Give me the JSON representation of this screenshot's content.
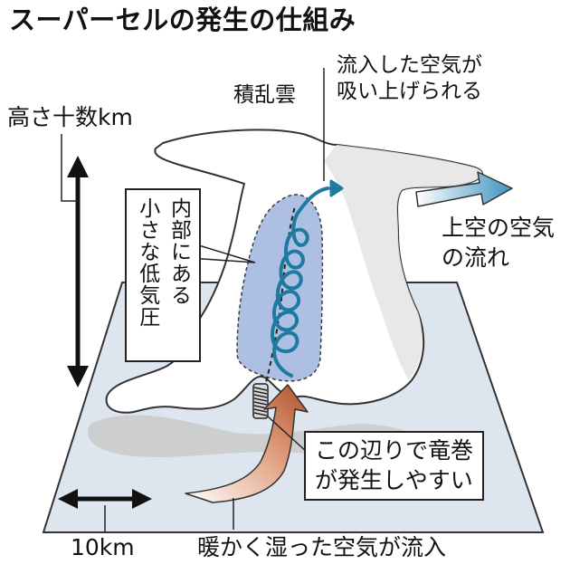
{
  "title": "スーパーセルの発生の仕組み",
  "labels": {
    "height": "高さ十数km",
    "cloud": "積乱雲",
    "inflow_lifted_line1": "流入した空気が",
    "inflow_lifted_line2": "吸い上げられる",
    "upper_air_line1": "上空の空気",
    "upper_air_line2": "の流れ",
    "low_pressure_col1": "内部にある",
    "low_pressure_col2": "小さな低気圧",
    "tornado_line1": "この辺りで竜巻",
    "tornado_line2": "が発生しやすい",
    "distance": "10km",
    "warm_inflow": "暖かく湿った空気が流入"
  },
  "colors": {
    "ground": "#dde6ee",
    "cloud": "#ffffff",
    "cloud_shadow": "#d6d6d6",
    "low_pressure": "#a9bde3",
    "spiral": "#1f7aa0",
    "upper_flow_arrow": "#4a9cc7",
    "inflow_arrow": "#b2502a",
    "outline": "#333333"
  },
  "icons": {
    "spiral": "helix-spiral",
    "tornado": "coil-spring",
    "height_arrow": "double-headed-vertical-arrow",
    "distance_arrow": "double-headed-horizontal-arrow"
  }
}
